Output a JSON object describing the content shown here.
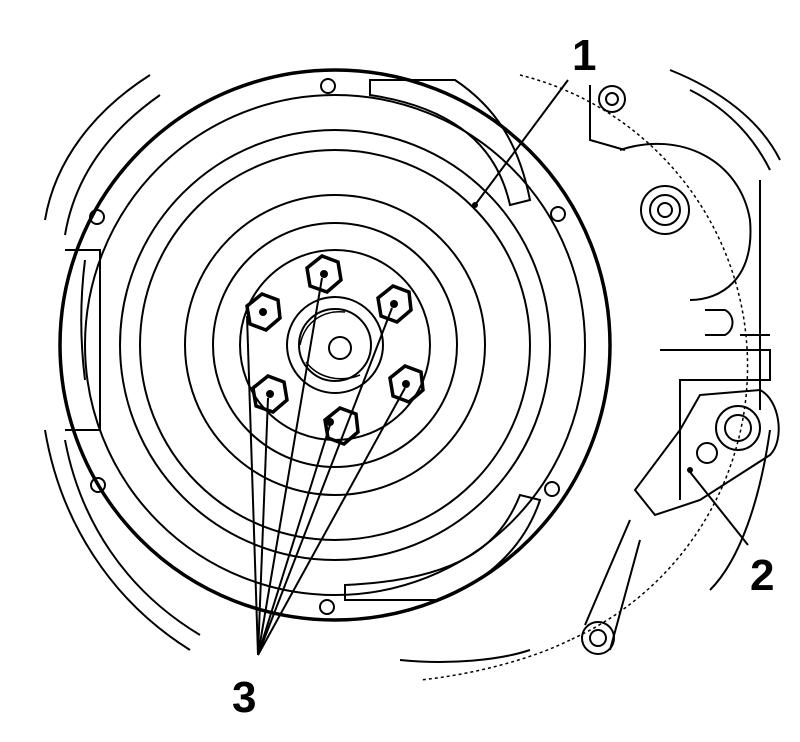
{
  "diagram": {
    "callouts": [
      {
        "id": "1",
        "label": "1"
      },
      {
        "id": "2",
        "label": "2"
      },
      {
        "id": "3",
        "label": "3"
      }
    ],
    "bolt_count": 6
  }
}
